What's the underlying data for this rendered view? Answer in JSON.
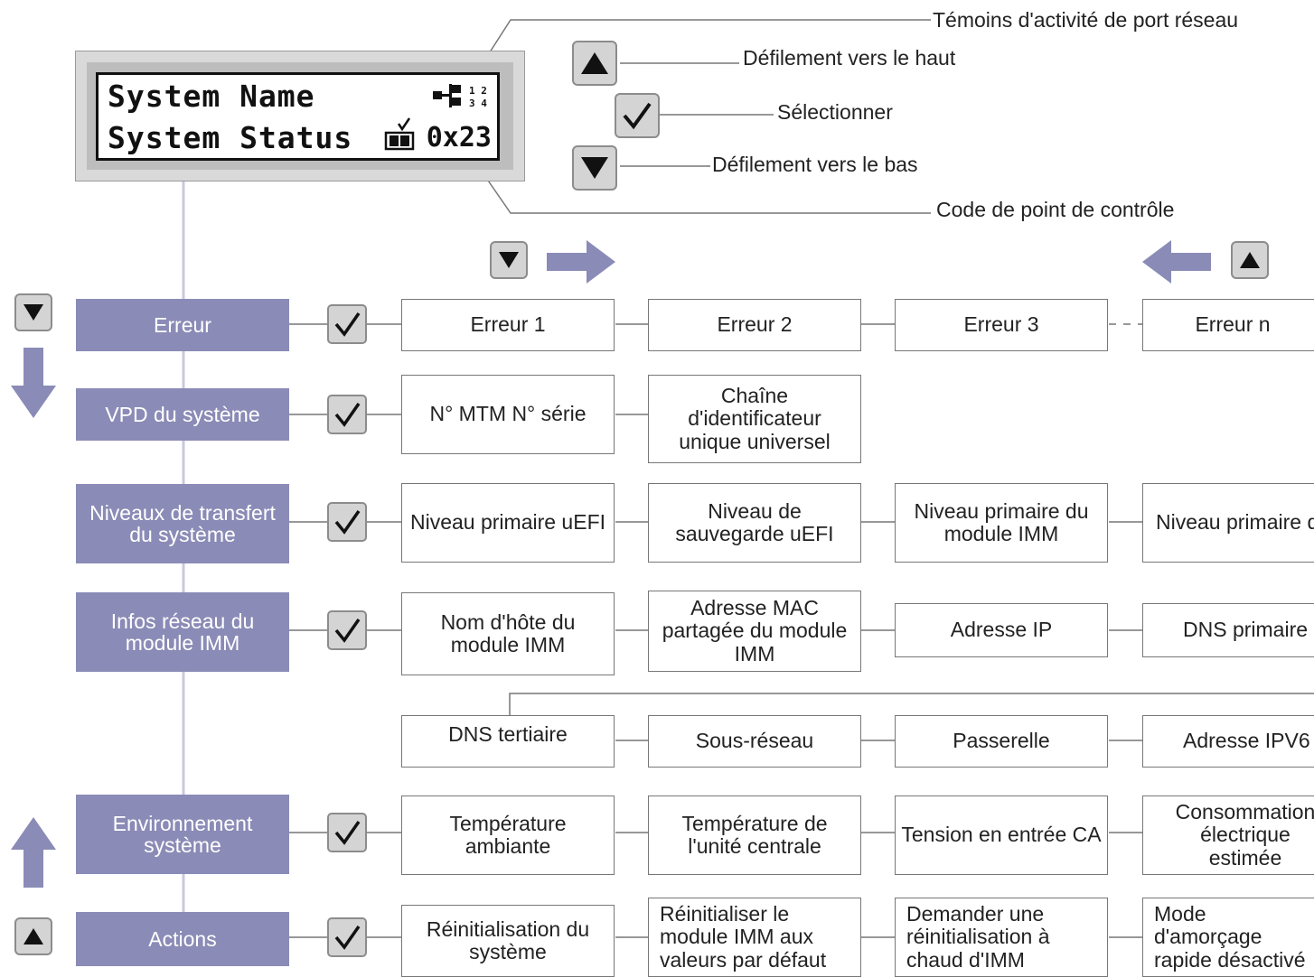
{
  "lcd": {
    "line1": "System Name",
    "line2": "System Status",
    "checkpoint_code": "0x23"
  },
  "callouts": {
    "network_activity": "Témoins d'activité de port réseau",
    "scroll_up": "Défilement vers le haut",
    "select": "Sélectionner",
    "scroll_down": "Défilement vers le bas",
    "checkpoint": "Code de point de contrôle"
  },
  "menu": [
    {
      "label": "Erreur",
      "items": [
        "Erreur 1",
        "Erreur 2",
        "Erreur 3",
        "Erreur n"
      ]
    },
    {
      "label": "VPD du système",
      "items": [
        "N° MTM N° série",
        "Chaîne d'identificateur unique universel"
      ]
    },
    {
      "label": "Niveaux de transfert du système",
      "items": [
        "Niveau primaire uEFI",
        "Niveau de sauvegarde uEFI",
        "Niveau primaire du module IMM",
        "Niveau primaire du module IMM"
      ]
    },
    {
      "label": "Infos réseau du module IMM",
      "items": [
        "Nom d'hôte du module IMM",
        "Adresse MAC partagée du module IMM",
        "Adresse IP",
        "DNS primaire"
      ]
    },
    {
      "label": "",
      "items": [
        "DNS tertiaire",
        "Sous-réseau",
        "Passerelle",
        "Adresse IPV6"
      ]
    },
    {
      "label": "Environnement système",
      "items": [
        "Température ambiante",
        "Température de l'unité centrale",
        "Tension en entrée CA",
        "Consommation électrique estimée"
      ]
    },
    {
      "label": "Actions",
      "items": [
        "Réinitialisation du système",
        "Réinitialiser le module IMM aux valeurs par défaut",
        "Demander une réinitialisation à chaud d'IMM",
        "Mode d'amorçage rapide désactivé"
      ]
    }
  ],
  "colors": {
    "menu_bg": "#8a8bb6",
    "arrow": "#8a8bb6",
    "button_bg": "#d4d4d4"
  }
}
